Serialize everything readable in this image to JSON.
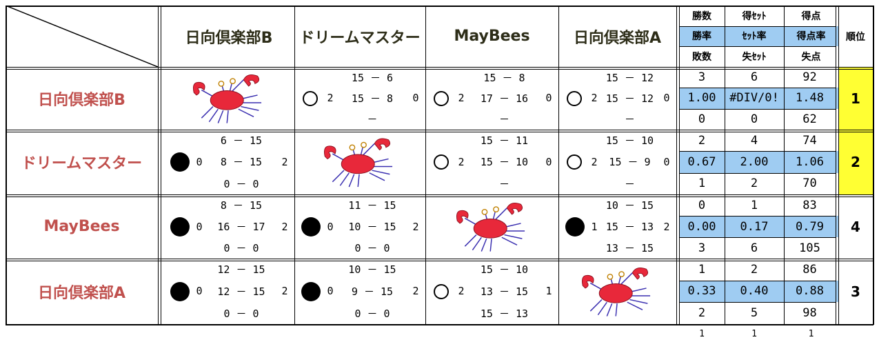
{
  "teams": [
    "日向倶楽部B",
    "ドリームマスター",
    "MayBees",
    "日向倶楽部A"
  ],
  "stat_headers": {
    "wins": "勝数",
    "win_rate": "勝率",
    "losses": "敗数",
    "sets_won": "得ｾｯﾄ",
    "set_rate": "ｾｯﾄ率",
    "sets_lost": "失ｾｯﾄ",
    "points_for": "得点",
    "point_rate": "得点率",
    "points_against": "失点",
    "rank": "順位"
  },
  "matrix": [
    [
      {
        "self": true
      },
      {
        "result": "win",
        "lines": [
          "15 － 6",
          "15 － 8",
          "－"
        ],
        "left": "2",
        "right": "0"
      },
      {
        "result": "win",
        "lines": [
          "15 － 8",
          "17 － 16",
          "－"
        ],
        "left": "2",
        "right": "0"
      },
      {
        "result": "win",
        "lines": [
          "15 － 12",
          "15 － 12",
          "－"
        ],
        "left": "2",
        "right": "0"
      }
    ],
    [
      {
        "result": "loss",
        "lines": [
          "6 － 15",
          "8 － 15",
          "0 － 0"
        ],
        "left": "0",
        "right": "2"
      },
      {
        "self": true
      },
      {
        "result": "win",
        "lines": [
          "15 － 11",
          "15 － 10",
          "－"
        ],
        "left": "2",
        "right": "0"
      },
      {
        "result": "win",
        "lines": [
          "15 － 10",
          "15 － 9",
          "－"
        ],
        "left": "2",
        "right": "0"
      }
    ],
    [
      {
        "result": "loss",
        "lines": [
          "8 － 15",
          "16 － 17",
          "0 － 0"
        ],
        "left": "0",
        "right": "2"
      },
      {
        "result": "loss",
        "lines": [
          "11 － 15",
          "10 － 15",
          "0 － 0"
        ],
        "left": "0",
        "right": "2"
      },
      {
        "self": true
      },
      {
        "result": "loss",
        "lines": [
          "10 － 15",
          "15 － 13",
          "13 － 15"
        ],
        "left": "1",
        "right": "2"
      }
    ],
    [
      {
        "result": "loss",
        "lines": [
          "12 － 15",
          "12 － 15",
          "0 － 0"
        ],
        "left": "0",
        "right": "2"
      },
      {
        "result": "loss",
        "lines": [
          "10 － 15",
          "9 － 15",
          "0 － 0"
        ],
        "left": "0",
        "right": "2"
      },
      {
        "result": "win",
        "lines": [
          "15 － 10",
          "13 － 15",
          "15 － 13"
        ],
        "left": "2",
        "right": "1"
      },
      {
        "self": true
      }
    ]
  ],
  "stats": [
    {
      "wins": "3",
      "win_rate": "1.00",
      "losses": "0",
      "sets_won": "6",
      "set_rate": "#DIV/0!",
      "sets_lost": "0",
      "points_for": "92",
      "point_rate": "1.48",
      "points_against": "62",
      "rank": "1",
      "highlight": true
    },
    {
      "wins": "2",
      "win_rate": "0.67",
      "losses": "1",
      "sets_won": "4",
      "set_rate": "2.00",
      "sets_lost": "2",
      "points_for": "74",
      "point_rate": "1.06",
      "points_against": "70",
      "rank": "2",
      "highlight": true
    },
    {
      "wins": "0",
      "win_rate": "0.00",
      "losses": "3",
      "sets_won": "1",
      "set_rate": "0.17",
      "sets_lost": "6",
      "points_for": "83",
      "point_rate": "0.79",
      "points_against": "105",
      "rank": "4",
      "highlight": false
    },
    {
      "wins": "1",
      "win_rate": "0.33",
      "losses": "2",
      "sets_won": "2",
      "set_rate": "0.40",
      "sets_lost": "5",
      "points_for": "86",
      "point_rate": "0.88",
      "points_against": "98",
      "rank": "3",
      "highlight": false
    }
  ],
  "footer_checks": [
    "1",
    "1",
    "1"
  ],
  "colors": {
    "team_row": "#c0504d",
    "team_col": "#2d2d18",
    "rate_band": "#9fccf2",
    "rank_highlight": "#ffff33",
    "crab": "#e8283a"
  },
  "icons": {
    "diagonal_cell": "crab-icon",
    "win": "open-circle-icon",
    "loss": "filled-circle-icon"
  }
}
